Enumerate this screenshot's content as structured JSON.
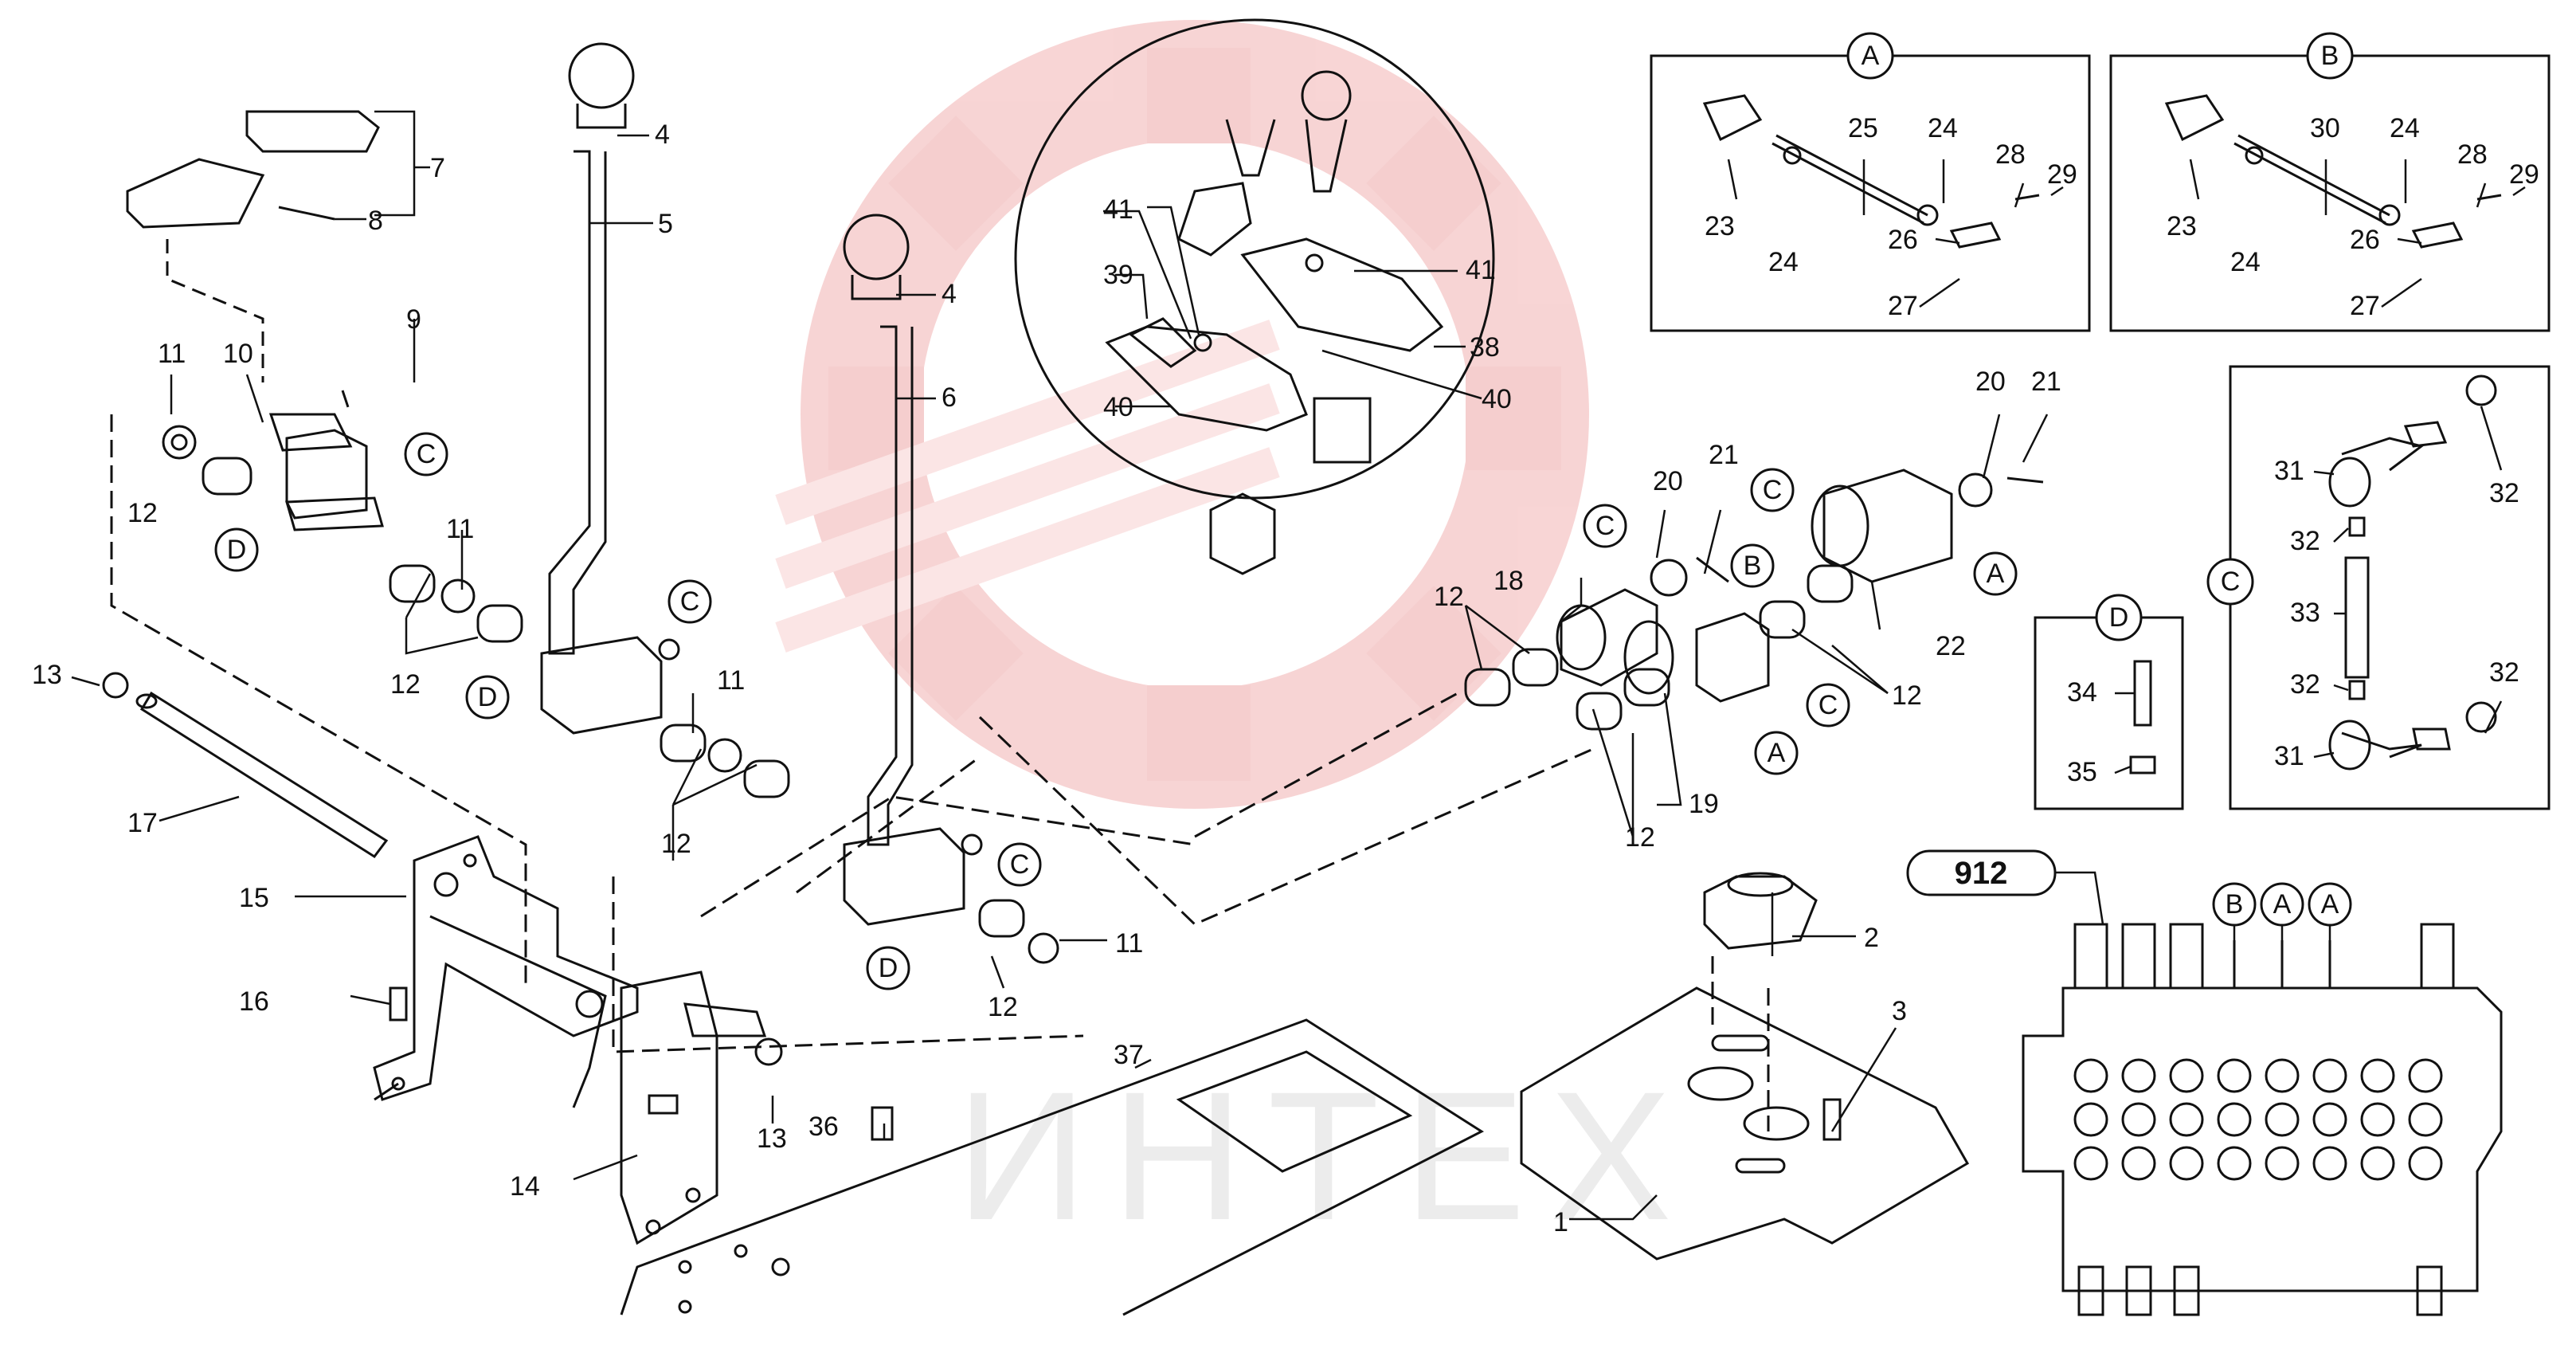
{
  "watermark": {
    "text": "ИНТЕХ",
    "color": "#f5c9c9"
  },
  "model_badge": "912",
  "part_numbers": {
    "p1": "1",
    "p2": "2",
    "p3": "3",
    "p4": "4",
    "p5": "5",
    "p6": "6",
    "p7": "7",
    "p8": "8",
    "p9": "9",
    "p10": "10",
    "p11": "11",
    "p12": "12",
    "p13": "13",
    "p14": "14",
    "p15": "15",
    "p16": "16",
    "p17": "17",
    "p18": "18",
    "p19": "19",
    "p20": "20",
    "p21": "21",
    "p22": "22",
    "p23": "23",
    "p24": "24",
    "p25": "25",
    "p26": "26",
    "p27": "27",
    "p28": "28",
    "p29": "29",
    "p30": "30",
    "p31": "31",
    "p32": "32",
    "p33": "33",
    "p34": "34",
    "p35": "35",
    "p36": "36",
    "p37": "37",
    "p38": "38",
    "p39": "39",
    "p40": "40",
    "p41": "41"
  },
  "callouts": {
    "A": "A",
    "B": "B",
    "C": "C",
    "D": "D"
  }
}
